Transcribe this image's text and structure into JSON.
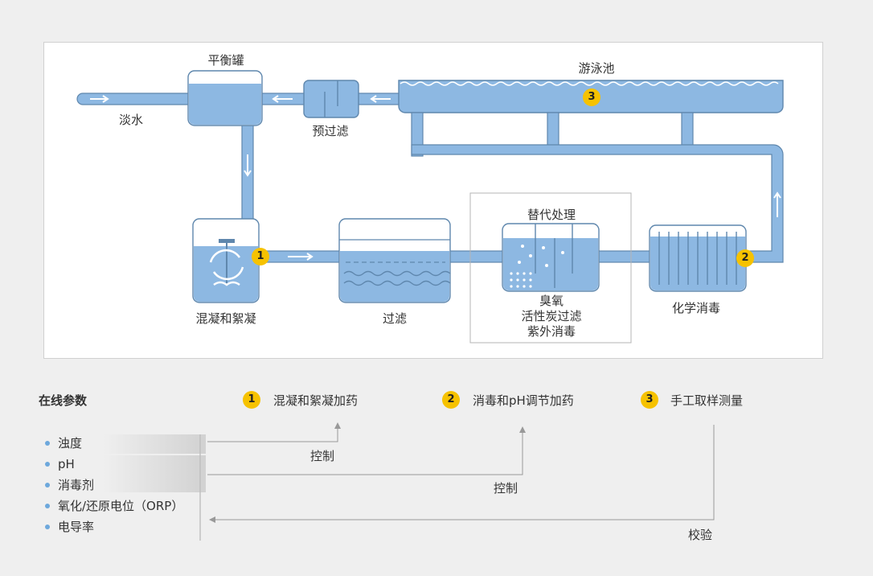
{
  "diagram": {
    "pool_label": "游泳池",
    "balance_tank_label": "平衡罐",
    "fresh_water_label": "淡水",
    "prefilter_label": "预过滤",
    "coagulation_label": "混凝和絮凝",
    "filtration_label": "过滤",
    "alt_treatment_title": "替代处理",
    "alt_treatment_items": [
      "臭氧",
      "活性炭过滤",
      "紫外消毒"
    ],
    "chem_disinfection_label": "化学消毒",
    "badges": [
      "1",
      "2",
      "3"
    ]
  },
  "legend": {
    "online_params_title": "在线参数",
    "params": [
      "浊度",
      "pH",
      "消毒剂",
      "氧化/还原电位（ORP）",
      "电导率"
    ],
    "steps": [
      {
        "num": "1",
        "label": "混凝和絮凝加药"
      },
      {
        "num": "2",
        "label": "消毒和pH调节加药"
      },
      {
        "num": "3",
        "label": "手工取样测量"
      }
    ],
    "control_label_1": "控制",
    "control_label_2": "控制",
    "verify_label": "校验"
  },
  "colors": {
    "water": "#8db8e2",
    "pipe": "#8db8e2",
    "pipe_edge": "#5f87ad",
    "badge": "#f6c200"
  }
}
